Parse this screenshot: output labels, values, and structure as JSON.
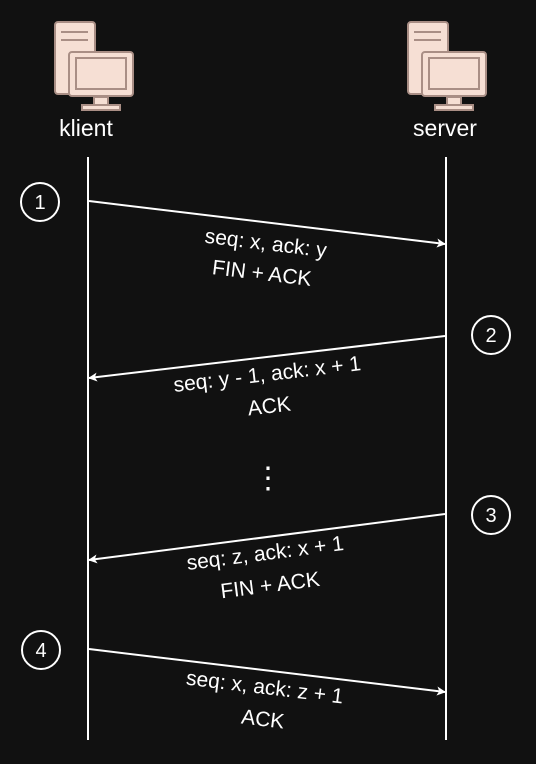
{
  "nodes": {
    "client": {
      "label": "klient"
    },
    "server": {
      "label": "server"
    }
  },
  "colors": {
    "background": "#111111",
    "foreground": "#ffffff",
    "icon_fill": "#f6dfd4",
    "icon_stroke": "#a98e85"
  },
  "steps": [
    {
      "number": "1",
      "line1": "seq: x, ack: y",
      "line2": "FIN + ACK"
    },
    {
      "number": "2",
      "line1": "seq: y - 1, ack: x + 1",
      "line2": "ACK"
    },
    {
      "number": "3",
      "line1": "seq: z, ack: x + 1",
      "line2": "FIN + ACK"
    },
    {
      "number": "4",
      "line1": "seq: x, ack: z + 1",
      "line2": "ACK"
    }
  ],
  "ellipsis": "⋮"
}
